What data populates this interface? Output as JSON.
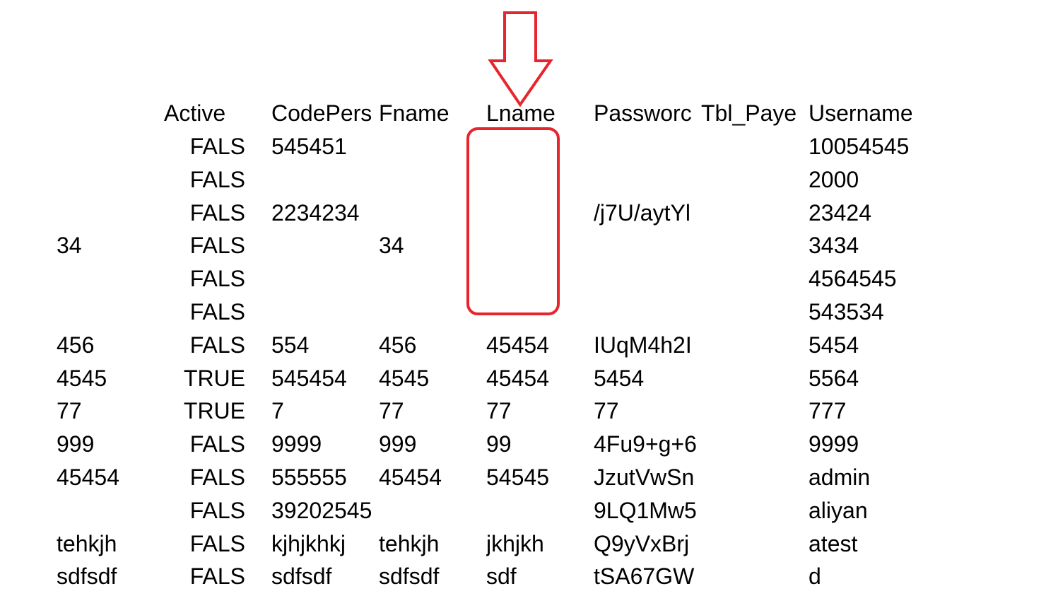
{
  "table": {
    "columns": [
      "",
      "Active",
      "CodePers",
      "Fname",
      "Lname",
      "Passworc",
      "Tbl_Paye",
      "Usernamе"
    ],
    "rows": [
      [
        "",
        "FALS",
        "545451",
        "",
        "",
        "",
        "",
        "10054545"
      ],
      [
        "",
        "FALS",
        "",
        "",
        "",
        "",
        "",
        "2000"
      ],
      [
        "",
        "FALS",
        "2234234",
        "",
        "",
        "/j7U/aytYl",
        "",
        "23424"
      ],
      [
        "34",
        "FALS",
        "",
        "34",
        "",
        "",
        "",
        "3434"
      ],
      [
        "",
        "FALS",
        "",
        "",
        "",
        "",
        "",
        "4564545"
      ],
      [
        "",
        "FALS",
        "",
        "",
        "",
        "",
        "",
        "543534"
      ],
      [
        "456",
        "FALS",
        "554",
        "456",
        "45454",
        "IUqM4h2I",
        "",
        "5454"
      ],
      [
        "4545",
        "TRUE",
        "545454",
        "4545",
        "45454",
        "5454",
        "",
        "5564"
      ],
      [
        "77",
        "TRUE",
        "7",
        "77",
        "77",
        "77",
        "",
        "777"
      ],
      [
        "999",
        "FALS",
        "9999",
        "999",
        "99",
        "4Fu9+g+6",
        "",
        "9999"
      ],
      [
        "45454",
        "FALS",
        "555555",
        "45454",
        "54545",
        "JzutVwSn",
        "",
        "admin"
      ],
      [
        "",
        "FALS",
        "39202545",
        "",
        "",
        "9LQ1Mw5",
        "",
        "aliyan"
      ],
      [
        "tehkjh",
        "FALS",
        "kjhjkhkj",
        "tehkjh",
        "jkhjkh",
        "Q9yVxBrj",
        "",
        "atest"
      ],
      [
        "sdfsdf",
        "FALS",
        "sdfsdf",
        "sdfsdf",
        "sdf",
        "tSA67GW",
        "",
        "d"
      ]
    ]
  },
  "annotation": {
    "color": "#e8242c",
    "shapes": [
      "down-arrow-icon",
      "highlight-rounded-box"
    ]
  }
}
